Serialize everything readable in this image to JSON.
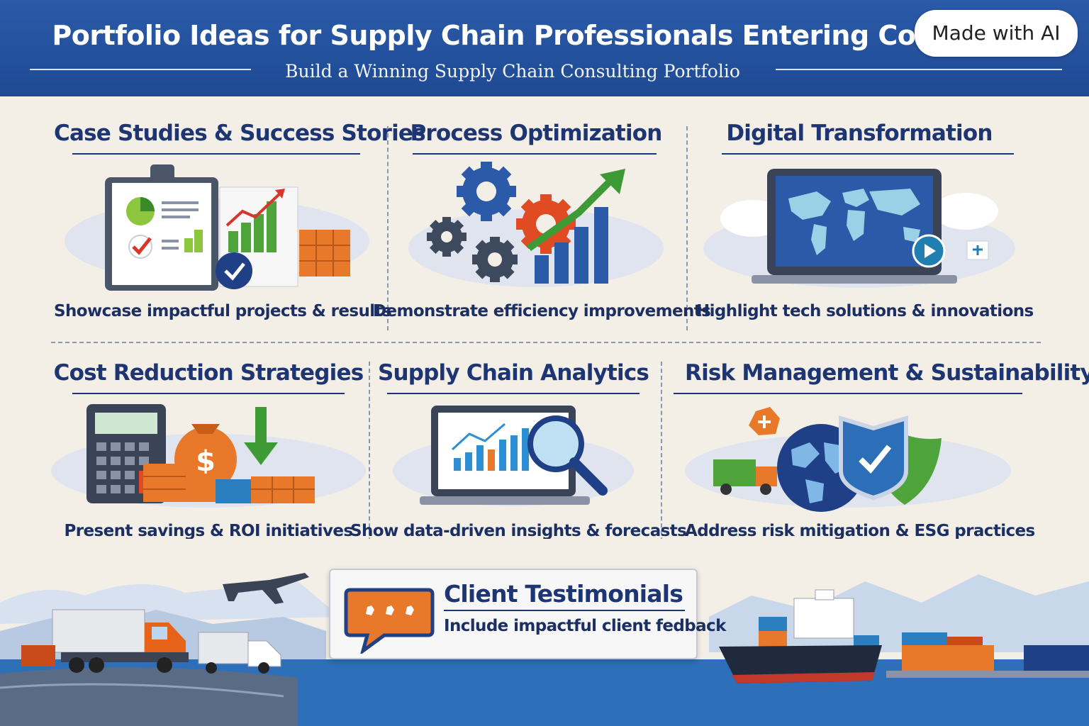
{
  "header": {
    "title": "Portfolio Ideas for Supply Chain Professionals Entering Consulting",
    "subtitle": "Build a Winning Supply Chain Consulting Portfolio",
    "badge": "Made with AI"
  },
  "cells": [
    {
      "title": "Case Studies & Success Stories",
      "caption": "Showcase impactful projects & results",
      "icon": "clipboard-report-icon"
    },
    {
      "title": "Process Optimization",
      "caption": "Demonstrate efficiency improvements",
      "icon": "gears-growth-icon"
    },
    {
      "title": "Digital Transformation",
      "caption": "Highlight tech solutions & innovations",
      "icon": "laptop-world-map-icon"
    },
    {
      "title": "Cost Reduction Strategies",
      "caption": "Present savings & ROI initiatives",
      "icon": "calculator-money-bag-icon"
    },
    {
      "title": "Supply Chain Analytics",
      "caption": "Show data-driven insights & forecasts",
      "icon": "laptop-analytics-icon"
    },
    {
      "title": "Risk Management & Sustainability",
      "caption": "Address risk mitigation & ESG practices",
      "icon": "globe-shield-leaf-icon"
    }
  ],
  "testimonial": {
    "title": "Client Testimonials",
    "text": "Include impactful client fedback",
    "icon": "speech-bubble-icon"
  },
  "colors": {
    "header_bg": "#2450a0",
    "heading_text": "#1d3572",
    "background": "#f3efe6",
    "accent_orange": "#e8782a",
    "accent_green": "#4ea33a"
  }
}
